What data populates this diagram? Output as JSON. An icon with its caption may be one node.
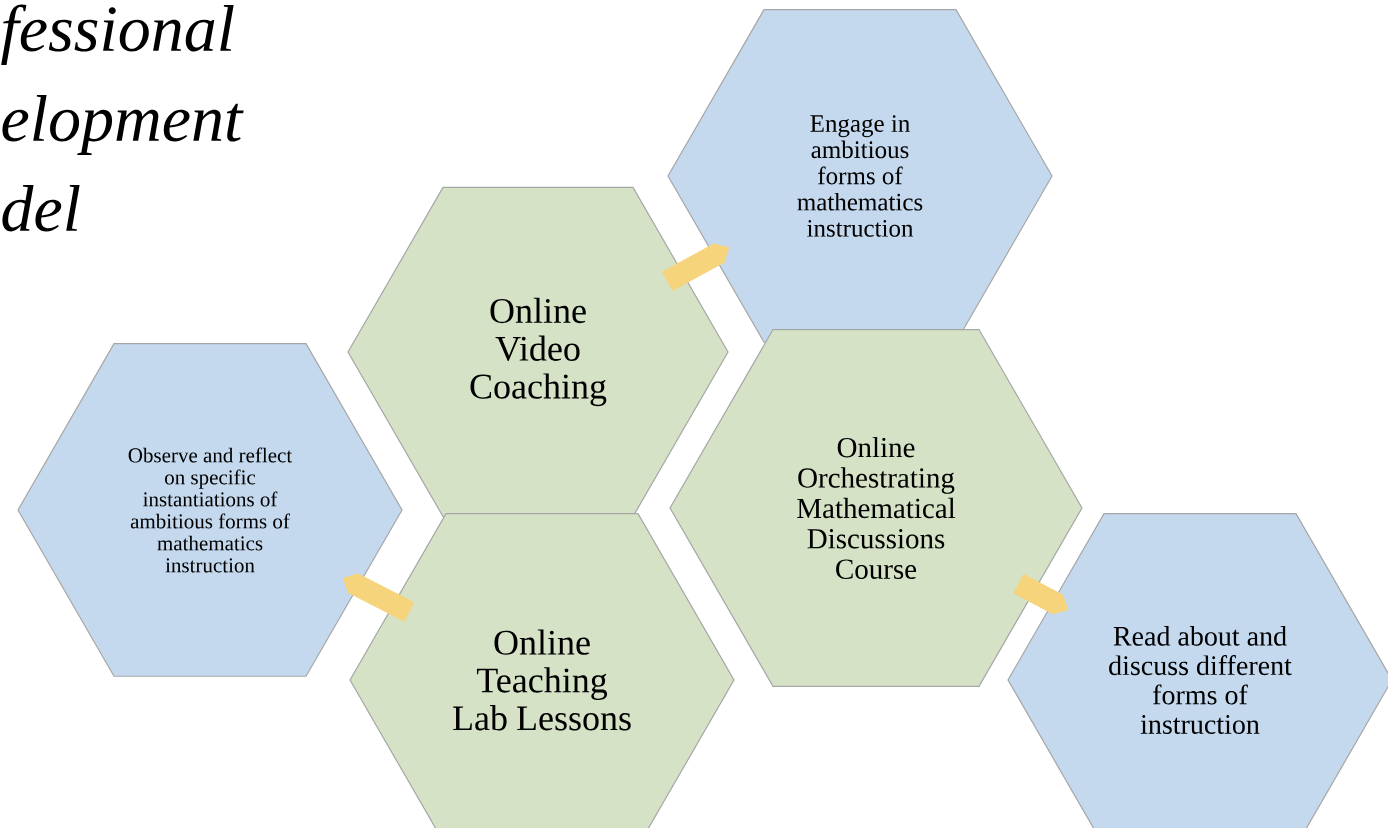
{
  "diagram": {
    "title": "fessional elopment del",
    "nodes": [
      {
        "text": [
          "Engage in ambitious forms of mathematics instruction"
        ]
      },
      {
        "text": [
          "Online Video Coaching"
        ]
      },
      {
        "text": [
          "Observe and reflect on specific instantiations of ambitious forms of mathematics instruction"
        ]
      },
      {
        "text": [
          "Online Orchestrating Mathematical Discussions Course"
        ]
      },
      {
        "text": [
          "Online Teaching Lab Lessons"
        ]
      },
      {
        "text": [
          "Read about and discuss different forms of instruction"
        ]
      }
    ],
    "edges": [
      {
        "from": 1,
        "to": 0,
        "arrow": "to"
      },
      {
        "from": 4,
        "to": 2,
        "arrow": "to"
      },
      {
        "from": 3,
        "to": 5,
        "arrow": "to"
      }
    ]
  }
}
